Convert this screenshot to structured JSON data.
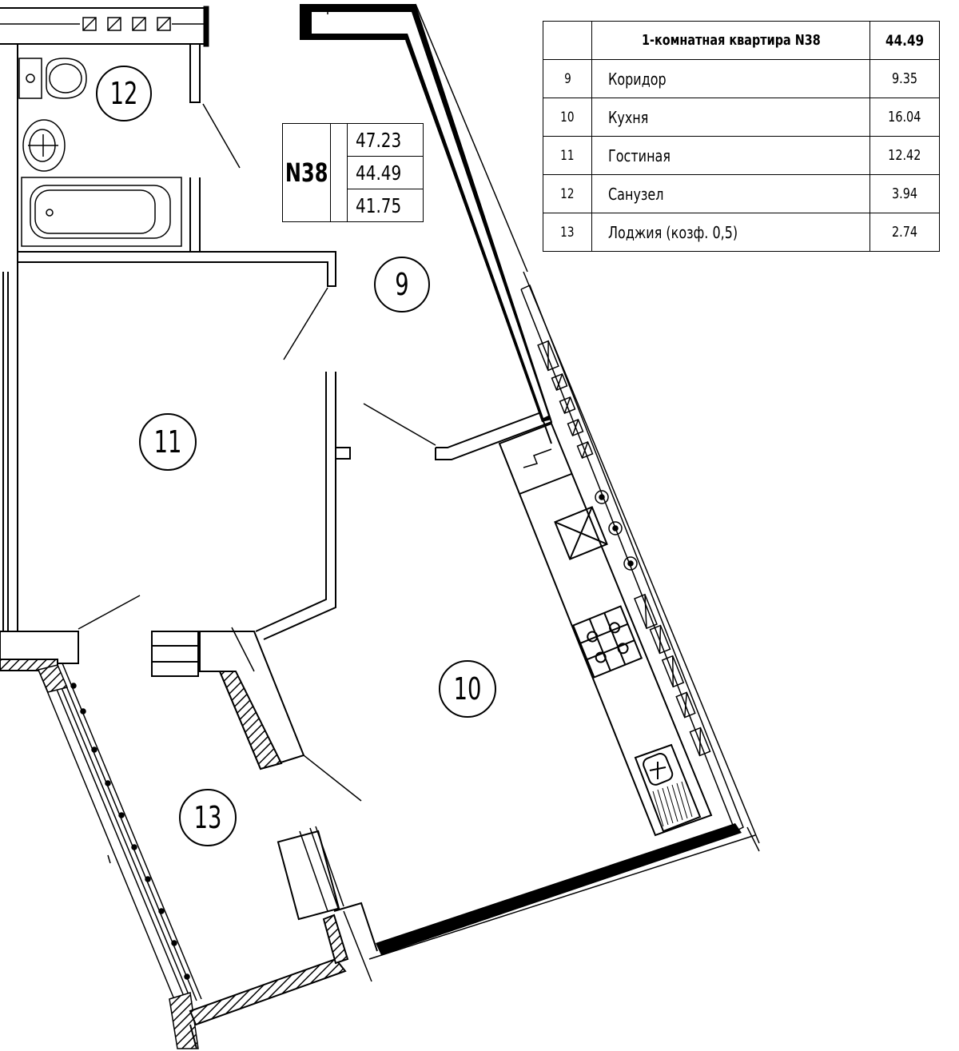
{
  "apartment": {
    "number": "N38",
    "areas": [
      "47.23",
      "44.49",
      "41.75"
    ]
  },
  "table": {
    "title": "1-комнатная квартира N38",
    "total": "44.49",
    "rows": [
      {
        "num": "9",
        "name": "Коридор",
        "area": "9.35"
      },
      {
        "num": "10",
        "name": "Кухня",
        "area": "16.04"
      },
      {
        "num": "11",
        "name": "Гостиная",
        "area": "12.42"
      },
      {
        "num": "12",
        "name": "Санузел",
        "area": "3.94"
      },
      {
        "num": "13",
        "name": "Лоджия (козф. 0,5)",
        "area": "2.74"
      }
    ]
  },
  "room_labels": [
    "12",
    "9",
    "11",
    "10",
    "13"
  ]
}
